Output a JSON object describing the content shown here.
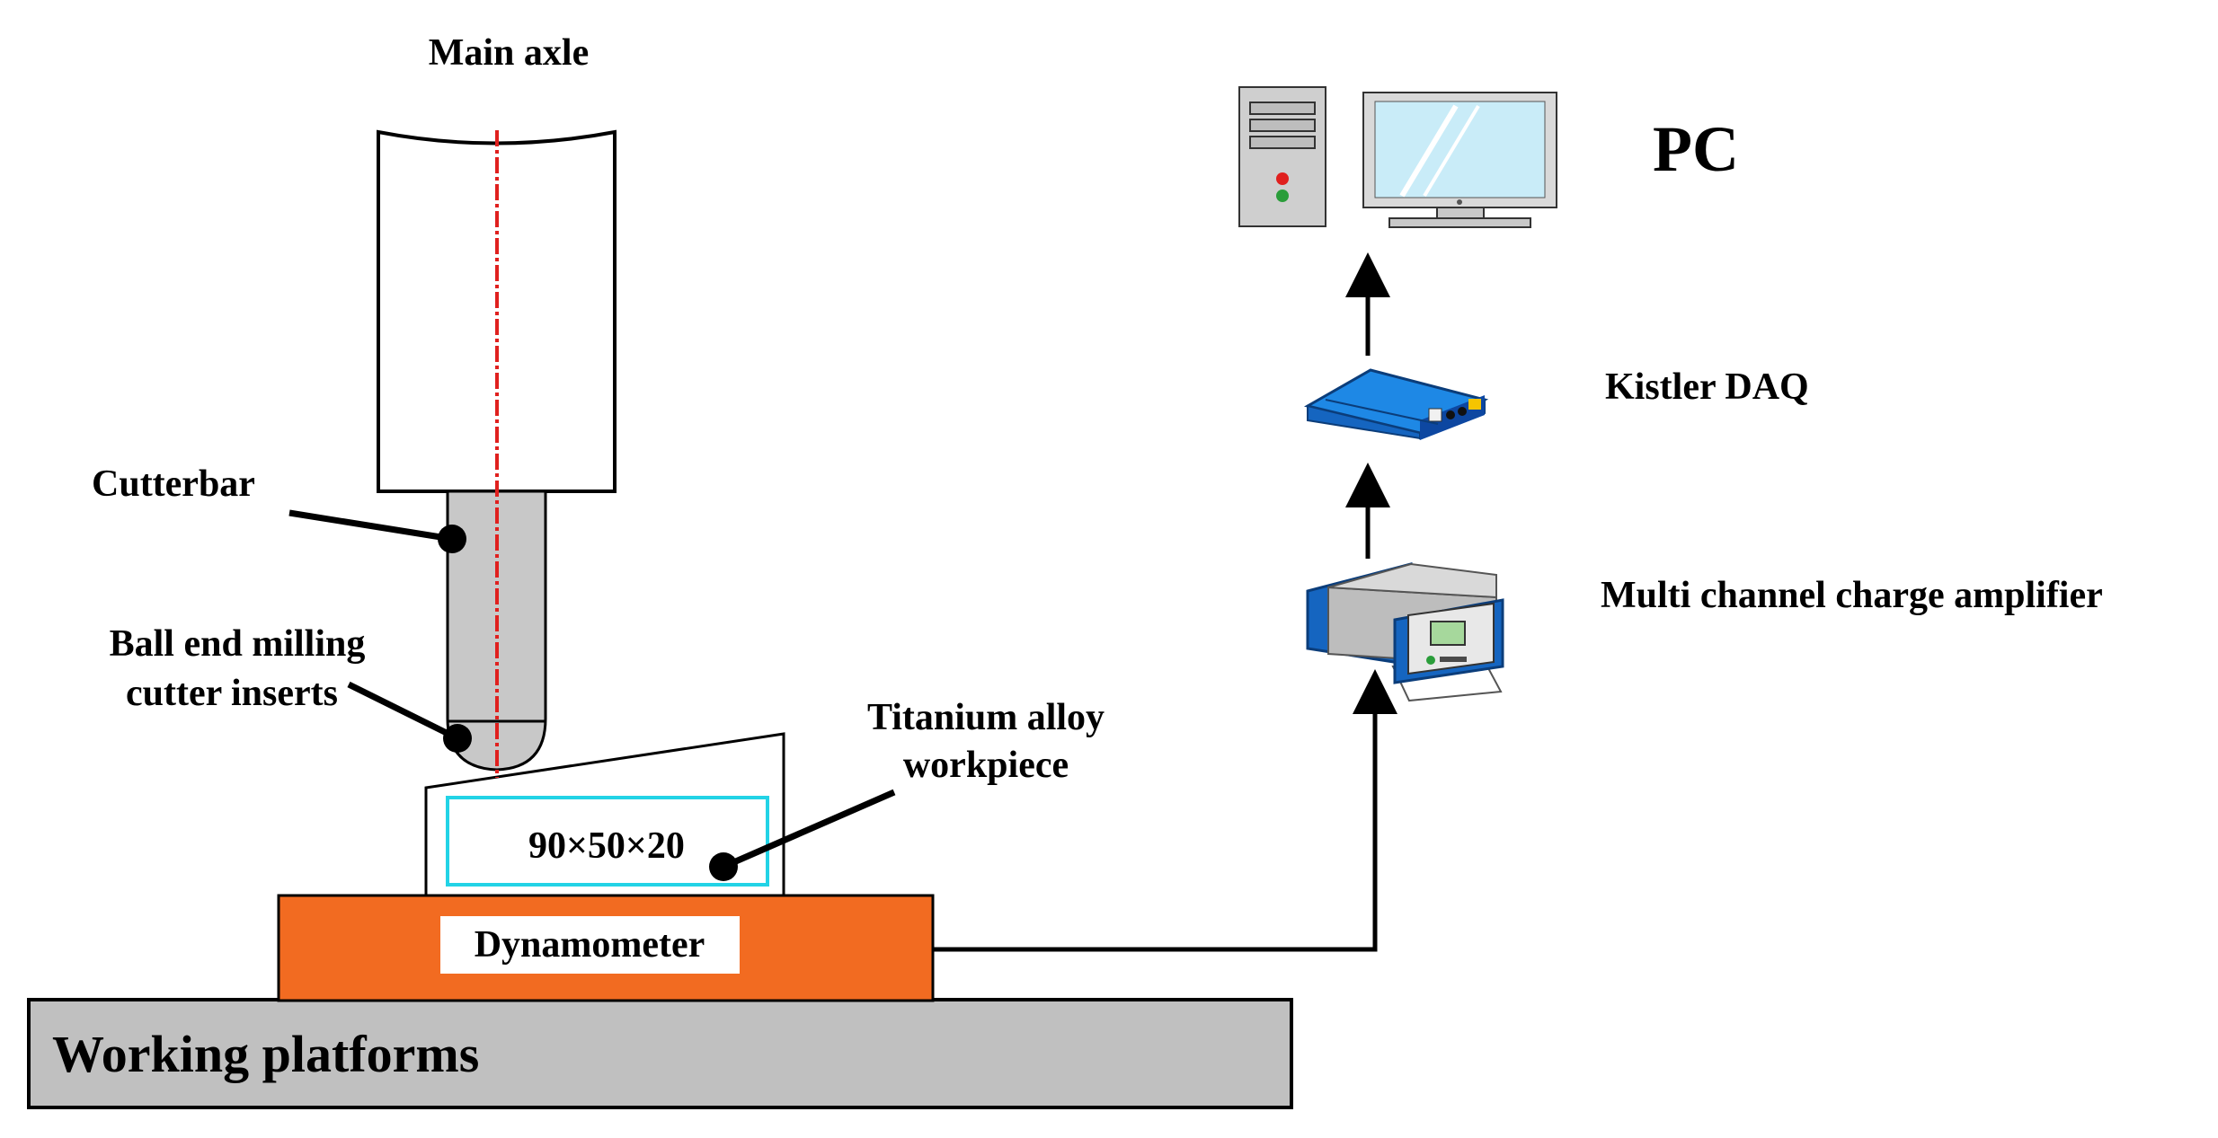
{
  "labels": {
    "main_axle": "Main axle",
    "cutterbar": "Cutterbar",
    "ball_end_line1": "Ball end milling",
    "ball_end_line2": "cutter inserts",
    "titanium_line1": "Titanium alloy",
    "titanium_line2": "workpiece",
    "workpiece_size": "90×50×20",
    "dynamometer": "Dynamometer",
    "working_platforms": "Working platforms",
    "pc": "PC",
    "kistler_daq": "Kistler DAQ",
    "amplifier": "Multi channel charge amplifier"
  },
  "colors": {
    "dynamometer_fill": "#f26b21",
    "platform_fill": "#c0c0c0",
    "cutterbar_fill": "#c8c8c8",
    "axis_line": "#e0201e",
    "workpiece_outline": "#22d3e6",
    "device_blue": "#1565c0",
    "screen_fill": "#c9ecf8"
  },
  "icons": [
    "pc-tower-icon",
    "monitor-icon",
    "kistler-daq-icon",
    "charge-amplifier-icon"
  ]
}
